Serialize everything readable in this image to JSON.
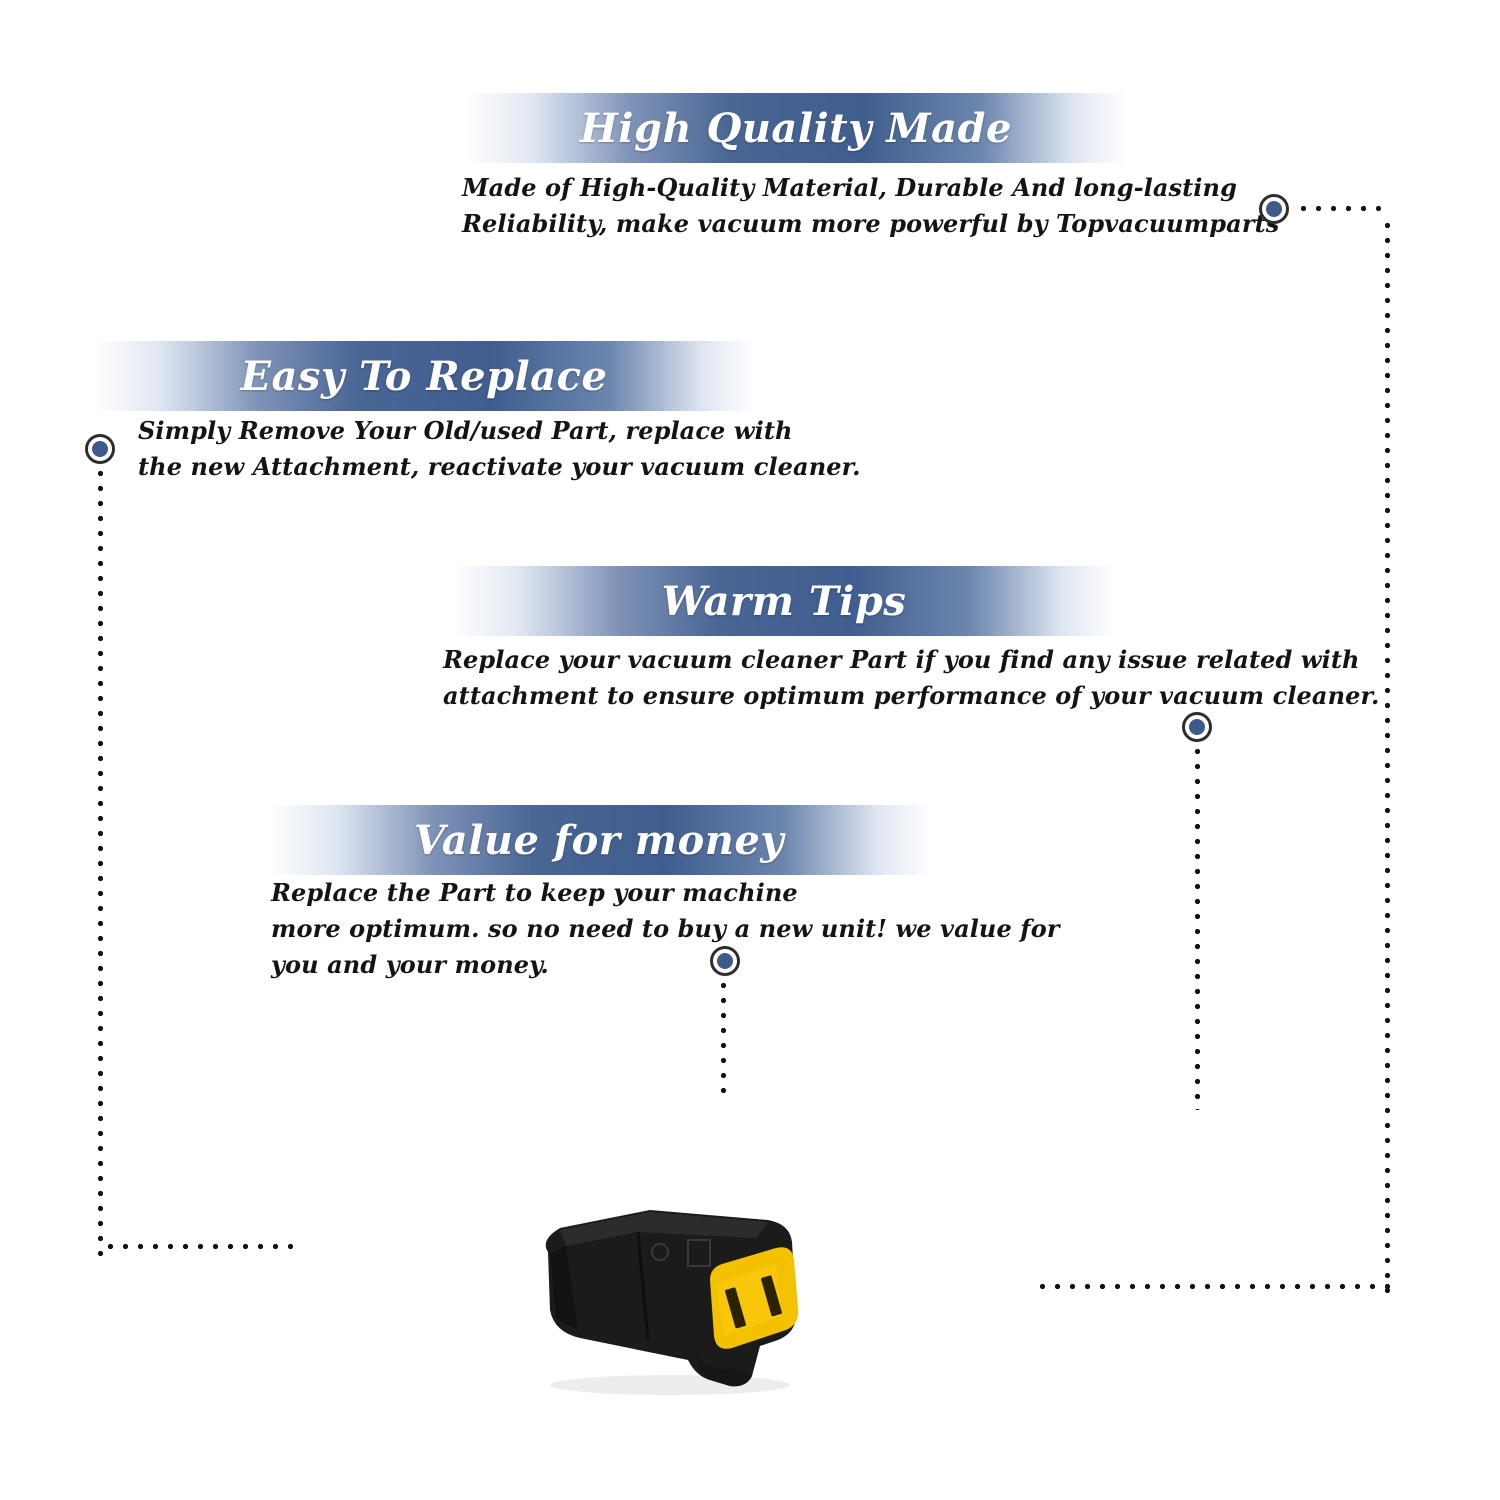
{
  "sections": [
    {
      "title": "High Quality Made",
      "lines": [
        "Made of  High-Quality Material, Durable And long-lasting",
        "Reliability, make vacuum more powerful by Topvacuumparts"
      ]
    },
    {
      "title": "Easy To Replace",
      "lines": [
        "Simply Remove Your Old/used Part, replace with",
        "the new Attachment, reactivate your vacuum cleaner."
      ]
    },
    {
      "title": "Warm Tips",
      "lines": [
        "Replace your vacuum cleaner Part if you find any issue related with",
        " attachment to ensure optimum performance of your vacuum cleaner."
      ]
    },
    {
      "title": "Value for money",
      "lines": [
        "Replace the Part to keep your machine",
        "more optimum. so no need to buy a new unit! we value for",
        "you and your money."
      ]
    }
  ],
  "product": {
    "image": "electrical-connector-plug",
    "body_color": "#1b1b1b",
    "face_color": "#f2c200"
  },
  "colors": {
    "banner_dark": "#3f5d8f",
    "marker_fill": "#3e5a8c",
    "text": "#141414"
  }
}
